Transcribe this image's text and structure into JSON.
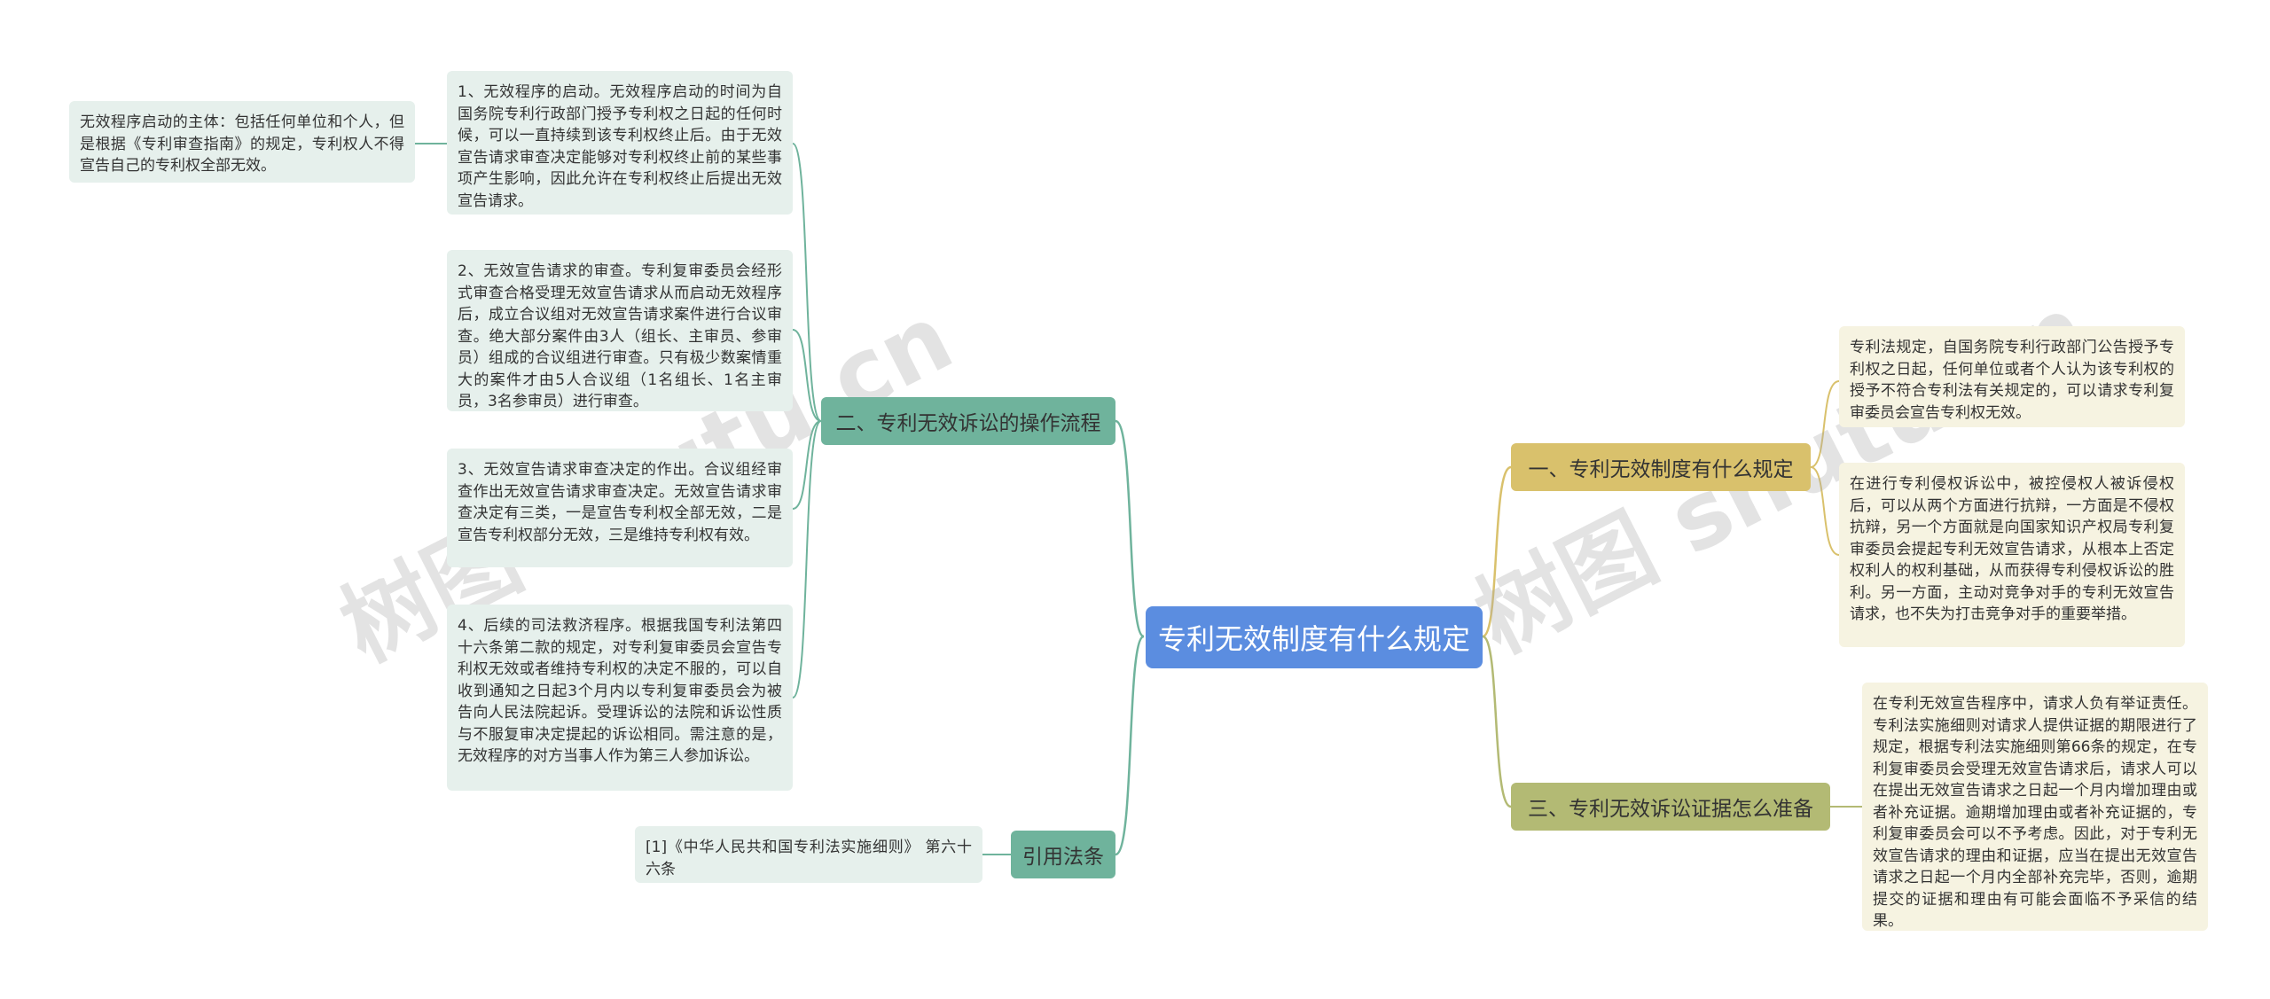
{
  "colors": {
    "root": "#5b8de0",
    "branch_green": "#6fb39c",
    "branch_yellow": "#d9c16c",
    "branch_olive": "#b3ba74",
    "leaf_green": "#e6f0ec",
    "leaf_yellow": "#f6f3e1",
    "line_green": "#6fb39c",
    "line_yellow": "#d9c16c"
  },
  "root": {
    "label": "专利无效制度有什么规定"
  },
  "branches": {
    "b_left1": {
      "label": "二、专利无效诉讼的操作流程"
    },
    "b_left2": {
      "label": "引用法条"
    },
    "b_right1": {
      "label": "一、专利无效制度有什么规定"
    },
    "b_right2": {
      "label": "三、专利无效诉讼证据怎么准备"
    }
  },
  "leaves": {
    "l_sub": {
      "text": "无效程序启动的主体：包括任何单位和个人，但是根据《专利审查指南》的规定，专利权人不得宣告自己的专利权全部无效。"
    },
    "l_1": {
      "text": "1、无效程序的启动。无效程序启动的时间为自国务院专利行政部门授予专利权之日起的任何时候，可以一直持续到该专利权终止后。由于无效宣告请求审查决定能够对专利权终止前的某些事项产生影响，因此允许在专利权终止后提出无效宣告请求。"
    },
    "l_2": {
      "text": "2、无效宣告请求的审查。专利复审委员会经形式审查合格受理无效宣告请求从而启动无效程序后，成立合议组对无效宣告请求案件进行合议审查。绝大部分案件由3人（组长、主审员、参审员）组成的合议组进行审查。只有极少数案情重大的案件才由5人合议组（1名组长、1名主审员，3名参审员）进行审查。"
    },
    "l_3": {
      "text": "3、无效宣告请求审查决定的作出。合议组经审查作出无效宣告请求审查决定。无效宣告请求审查决定有三类，一是宣告专利权全部无效，二是宣告专利权部分无效，三是维持专利权有效。"
    },
    "l_4": {
      "text": "4、后续的司法救济程序。根据我国专利法第四十六条第二款的规定，对专利复审委员会宣告专利权无效或者维持专利权的决定不服的，可以自收到通知之日起3个月内以专利复审委员会为被告向人民法院起诉。受理诉讼的法院和诉讼性质与不服复审决定提起的诉讼相同。需注意的是，无效程序的对方当事人作为第三人参加诉讼。"
    },
    "l_law": {
      "text": "[1]《中华人民共和国专利法实施细则》 第六十六条"
    },
    "r_1": {
      "text": "专利法规定，自国务院专利行政部门公告授予专利权之日起，任何单位或者个人认为该专利权的授予不符合专利法有关规定的，可以请求专利复审委员会宣告专利权无效。"
    },
    "r_2": {
      "text": "在进行专利侵权诉讼中，被控侵权人被诉侵权后，可以从两个方面进行抗辩，一方面是不侵权抗辩，另一个方面就是向国家知识产权局专利复审委员会提起专利无效宣告请求，从根本上否定权利人的权利基础，从而获得专利侵权诉讼的胜利。另一方面，主动对竞争对手的专利无效宣告请求，也不失为打击竞争对手的重要举措。"
    },
    "r_3": {
      "text": "在专利无效宣告程序中，请求人负有举证责任。专利法实施细则对请求人提供证据的期限进行了规定，根据专利法实施细则第66条的规定，在专利复审委员会受理无效宣告请求后，请求人可以在提出无效宣告请求之日起一个月内增加理由或者补充证据。逾期增加理由或者补充证据的，专利复审委员会可以不予考虑。因此，对于专利无效宣告请求的理由和证据，应当在提出无效宣告请求之日起一个月内全部补充完毕，否则，逾期提交的证据和理由有可能会面临不予采信的结果。"
    }
  },
  "watermarks": [
    "树图 shutu.cn",
    "树图 shutu.cn"
  ]
}
